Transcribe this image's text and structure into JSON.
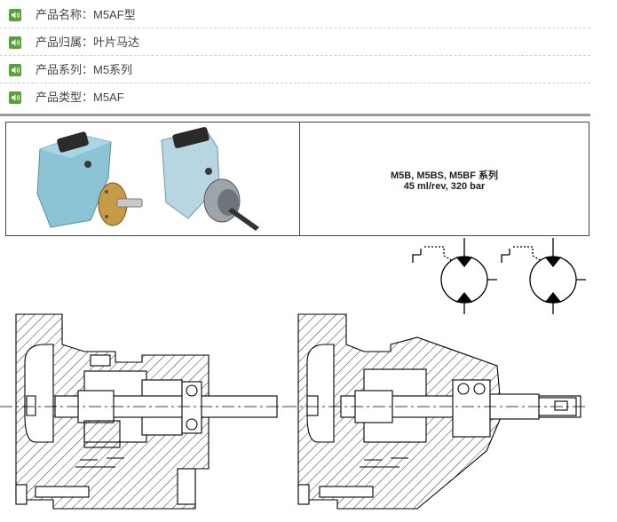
{
  "spec": [
    {
      "label": "产品名称：M5AF型"
    },
    {
      "label": "产品归属：叶片马达"
    },
    {
      "label": "产品系列：M5系列"
    },
    {
      "label": "产品类型：M5AF"
    }
  ],
  "series_table": {
    "line1": "M5B, M5BS, M5BF 系列",
    "line2": "45 ml/rev, 320 bar"
  },
  "colors": {
    "icon_green": "#58a23c",
    "motor_body": "#8cc4d6",
    "rule_grey": "#9a9a9a"
  },
  "icons": [
    "speaker-icon"
  ]
}
